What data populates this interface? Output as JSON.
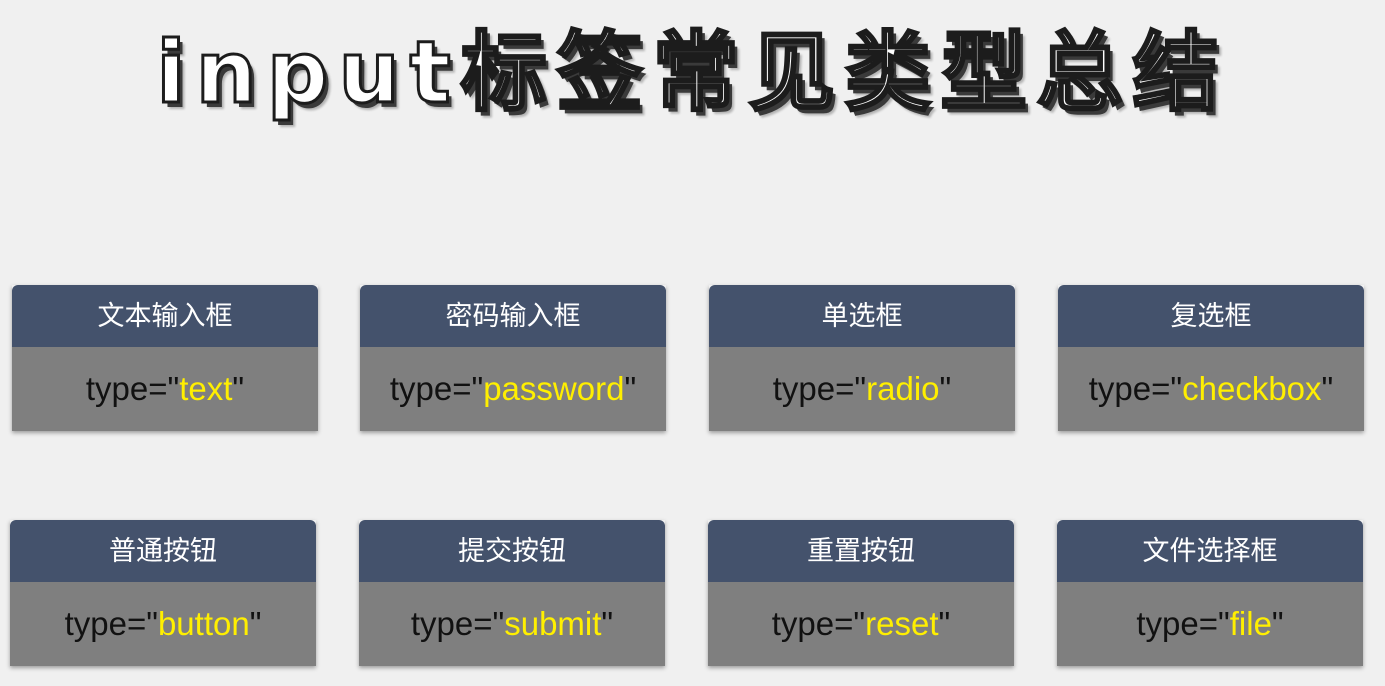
{
  "title": "input标签常见类型总结",
  "accent_color": "#ffef00",
  "header_color": "#44526c",
  "body_color": "#7f7f7f",
  "cards": [
    {
      "label": "文本输入框",
      "prefix": "type=\"",
      "value": "text",
      "suffix": "\""
    },
    {
      "label": "密码输入框",
      "prefix": "type=\"",
      "value": "password",
      "suffix": "\""
    },
    {
      "label": "单选框",
      "prefix": "type=\"",
      "value": "radio",
      "suffix": "\""
    },
    {
      "label": "复选框",
      "prefix": "type=\"",
      "value": "checkbox",
      "suffix": "\""
    },
    {
      "label": "普通按钮",
      "prefix": "type=\"",
      "value": "button",
      "suffix": "\""
    },
    {
      "label": "提交按钮",
      "prefix": "type=\"",
      "value": "submit",
      "suffix": "\""
    },
    {
      "label": "重置按钮",
      "prefix": "type=\"",
      "value": "reset",
      "suffix": "\""
    },
    {
      "label": "文件选择框",
      "prefix": "type=\"",
      "value": "file",
      "suffix": "\""
    }
  ]
}
